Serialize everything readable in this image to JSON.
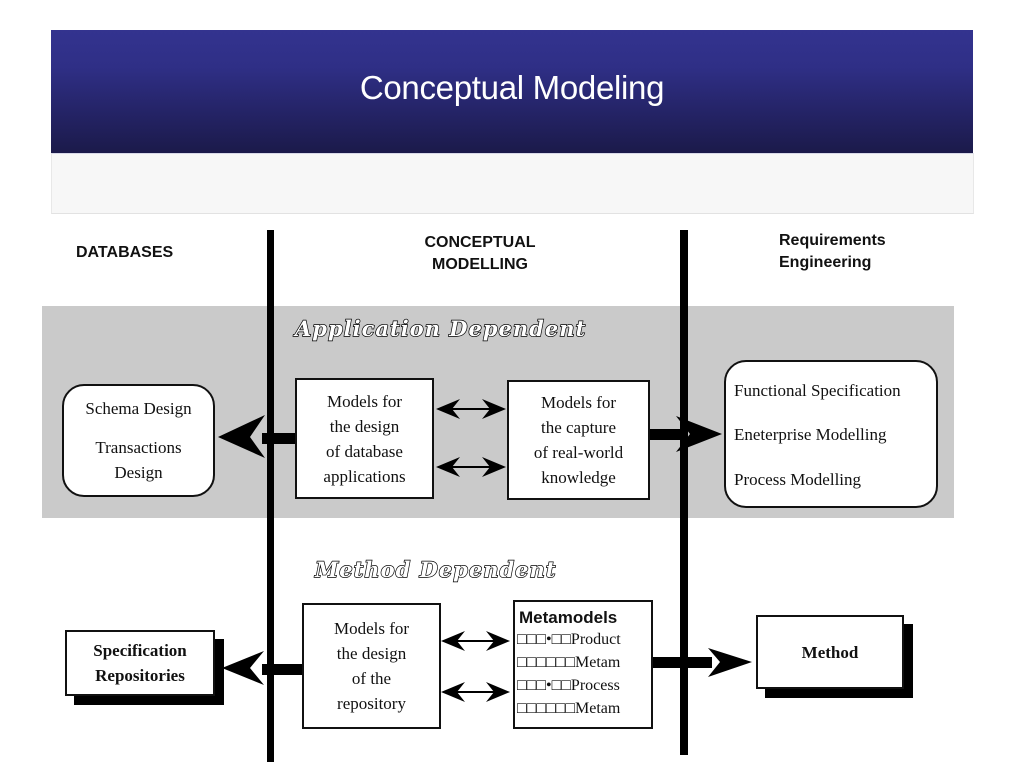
{
  "slide": {
    "title": "Conceptual Modeling",
    "subtitle": ""
  },
  "columns": {
    "left": {
      "lines": [
        "DATABASES"
      ]
    },
    "center": {
      "lines": [
        "CONCEPTUAL",
        "MODELLING"
      ]
    },
    "right": {
      "lines": [
        "Requirements",
        "Engineering"
      ]
    }
  },
  "sections": {
    "application_dependent": {
      "label": "Application Dependent",
      "left_box": {
        "lines": [
          "Schema Design",
          "",
          "Transactions",
          "Design"
        ]
      },
      "center_left_box": {
        "lines": [
          "Models for",
          "the design",
          "of database",
          "applications"
        ]
      },
      "center_right_box": {
        "lines": [
          "Models for",
          "the capture",
          "of real-world",
          "knowledge"
        ]
      },
      "right_box": {
        "lines": [
          "Functional Specification",
          "Eneterprise Modelling",
          "Process Modelling"
        ]
      }
    },
    "method_dependent": {
      "label": "Method Dependent",
      "left_box": {
        "lines": [
          "Specification",
          "Repositories"
        ]
      },
      "center_left_box": {
        "lines": [
          "Models for",
          "the design",
          "of the",
          "repository"
        ]
      },
      "center_right_box": {
        "title": "Metamodels",
        "rows": [
          "□□□•□□Product",
          "□□□□□□Metam",
          "□□□•□□Process",
          "□□□□□□Metam"
        ]
      },
      "right_box": {
        "lines": [
          "Method"
        ]
      }
    }
  },
  "colors": {
    "header_top": "#33338f",
    "header_bottom": "#1b1a4a",
    "band": "#cacaca",
    "ink": "#000000"
  }
}
